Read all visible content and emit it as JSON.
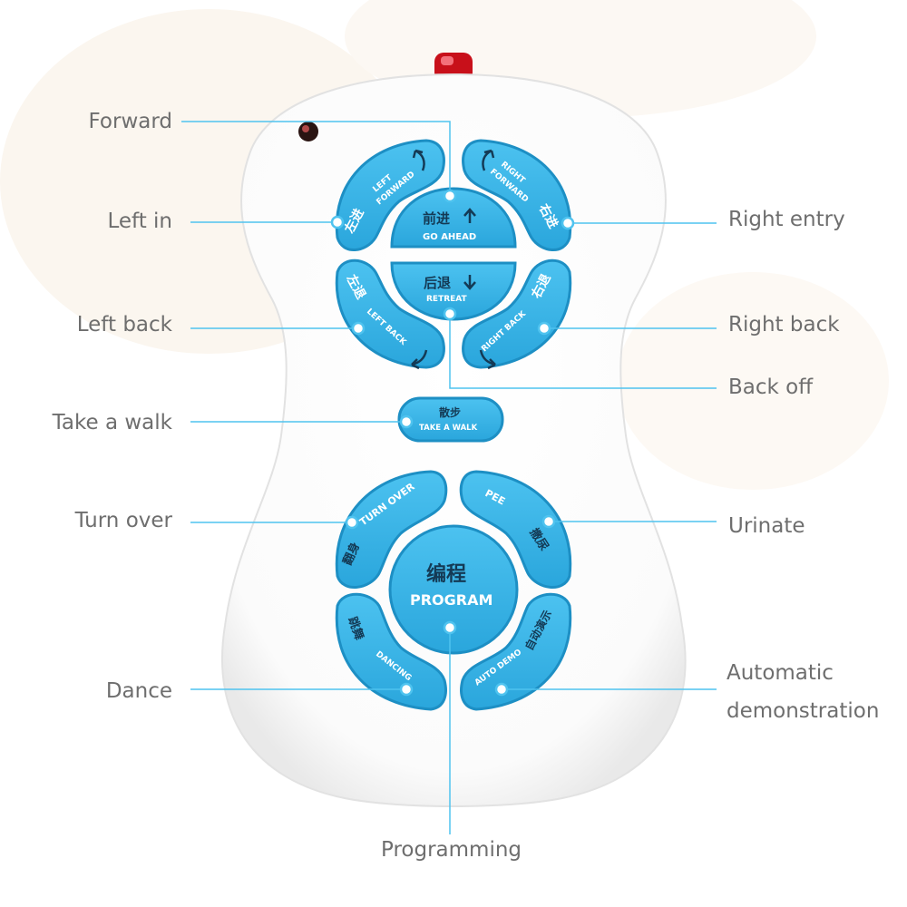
{
  "callouts": {
    "forward": "Forward",
    "left_in": "Left in",
    "left_back": "Left back",
    "take_a_walk": "Take a walk",
    "turn_over": "Turn over",
    "dance": "Dance",
    "right_entry": "Right entry",
    "right_back": "Right back",
    "back_off": "Back off",
    "urinate": "Urinate",
    "automatic": "Automatic",
    "demonstration": "demonstration",
    "programming": "Programming"
  },
  "buttons": {
    "left_forward": {
      "cn": "左进",
      "en1": "LEFT",
      "en2": "FORWARD"
    },
    "right_forward": {
      "cn": "右进",
      "en1": "RIGHT",
      "en2": "FORWARD"
    },
    "go_ahead": {
      "cn": "前进",
      "en": "GO AHEAD"
    },
    "retreat": {
      "cn": "后退",
      "en": "RETREAT"
    },
    "left_back": {
      "cn": "左退",
      "en": "LEFT BACK"
    },
    "right_back": {
      "cn": "右退",
      "en": "RIGHT BACK"
    },
    "take_a_walk": {
      "cn": "散步",
      "en": "TAKE A WALK"
    },
    "turn_over": {
      "cn": "翻身",
      "en": "TURN OVER"
    },
    "pee": {
      "cn": "撒尿",
      "en": "PEE"
    },
    "program": {
      "cn": "编程",
      "en": "PROGRAM"
    },
    "dancing": {
      "cn": "跳舞",
      "en": "DANCING"
    },
    "auto_demo": {
      "cn": "自动演示",
      "en": "AUTO DEMO"
    }
  },
  "colors": {
    "button_blue": "#35b3e6",
    "button_border": "#1d8fc4",
    "leader_line": "#4fc3ef",
    "led_red": "#c8101a",
    "body_white": "#ffffff",
    "label_gray": "#6e6e6e"
  }
}
